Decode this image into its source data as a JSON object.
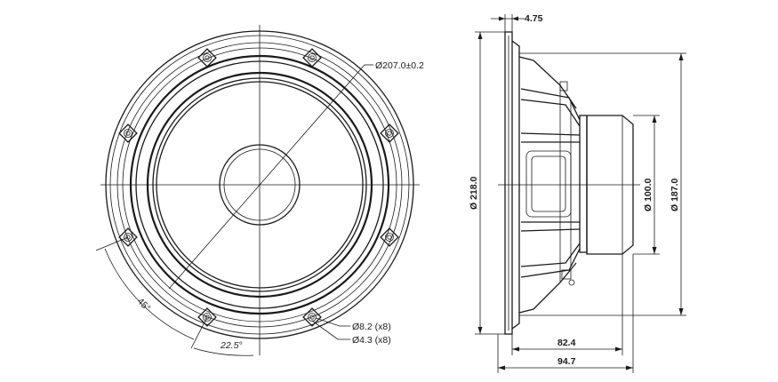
{
  "front_view": {
    "dimensions": {
      "bolt_circle": "Ø207.0±0.2",
      "hole_outer": "Ø8.2 (x8)",
      "hole_inner": "Ø4.3 (x8)",
      "angle_major": "45°",
      "angle_minor": "22.5°"
    }
  },
  "side_view": {
    "dimensions": {
      "flange_thickness": "4.75",
      "outer_diameter": "Ø 218.0",
      "magnet_diameter": "Ø 100.0",
      "cutout_diameter": "Ø 187.0",
      "depth_to_magnet": "82.4",
      "overall_depth": "94.7"
    }
  }
}
